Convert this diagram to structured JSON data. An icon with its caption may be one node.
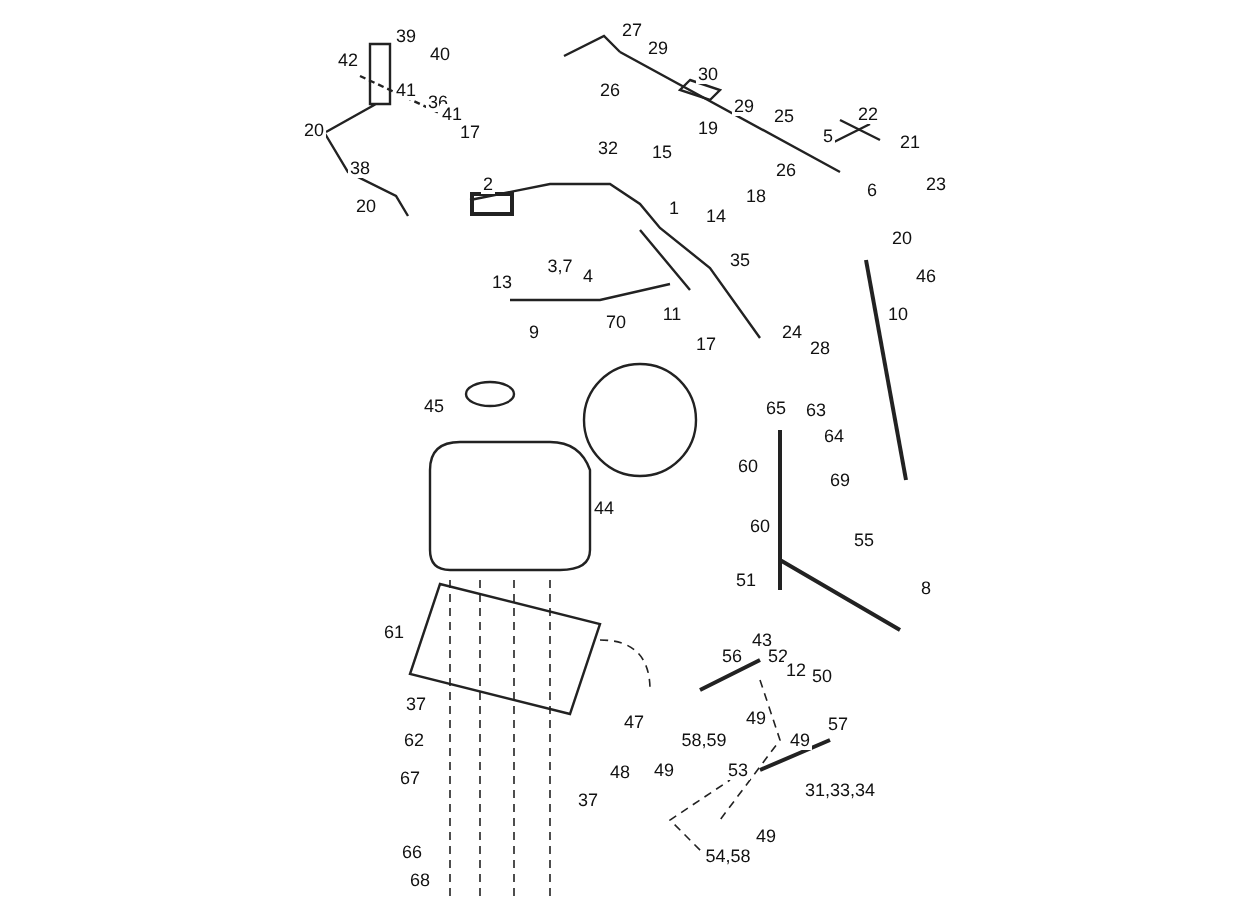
{
  "diagram": {
    "labels": [
      "39",
      "40",
      "27",
      "42",
      "29",
      "26",
      "30",
      "41",
      "36",
      "41",
      "20",
      "17",
      "29",
      "25",
      "22",
      "5",
      "21",
      "32",
      "38",
      "19",
      "15",
      "2",
      "18",
      "26",
      "6",
      "23",
      "20",
      "1",
      "14",
      "35",
      "20",
      "46",
      "3,7",
      "4",
      "13",
      "9",
      "70",
      "11",
      "17",
      "24",
      "28",
      "10",
      "45",
      "65",
      "63",
      "64",
      "60",
      "69",
      "44",
      "60",
      "55",
      "51",
      "8",
      "61",
      "43",
      "52",
      "12",
      "50",
      "56",
      "37",
      "62",
      "47",
      "49",
      "58,59",
      "57",
      "67",
      "48",
      "49",
      "53",
      "49",
      "31,33,34",
      "37",
      "66",
      "49",
      "68",
      "54,58"
    ]
  }
}
